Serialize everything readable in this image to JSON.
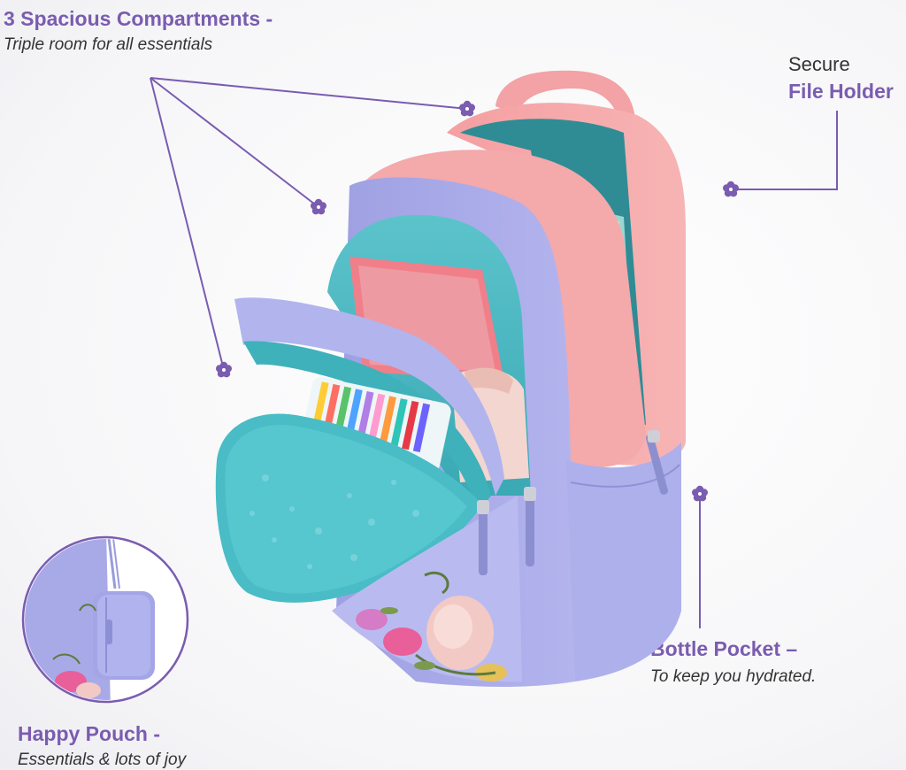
{
  "callouts": {
    "compartments": {
      "title": "3 Spacious Compartments -",
      "subtitle": "Triple room for all essentials"
    },
    "file_holder": {
      "prefix": "Secure",
      "title": "File Holder"
    },
    "bottle_pocket": {
      "title": "Bottle Pocket –",
      "subtitle": "To keep you hydrated."
    },
    "happy_pouch": {
      "title": "Happy Pouch -",
      "subtitle": "Essentials & lots of joy"
    }
  },
  "colors": {
    "accent_purple": "#7a5cb0",
    "backpack_lavender": "#a9abe8",
    "backpack_pink": "#f2a6a8",
    "lining_teal": "#4fbcc5"
  },
  "icons": [
    "flower-marker-icon"
  ]
}
